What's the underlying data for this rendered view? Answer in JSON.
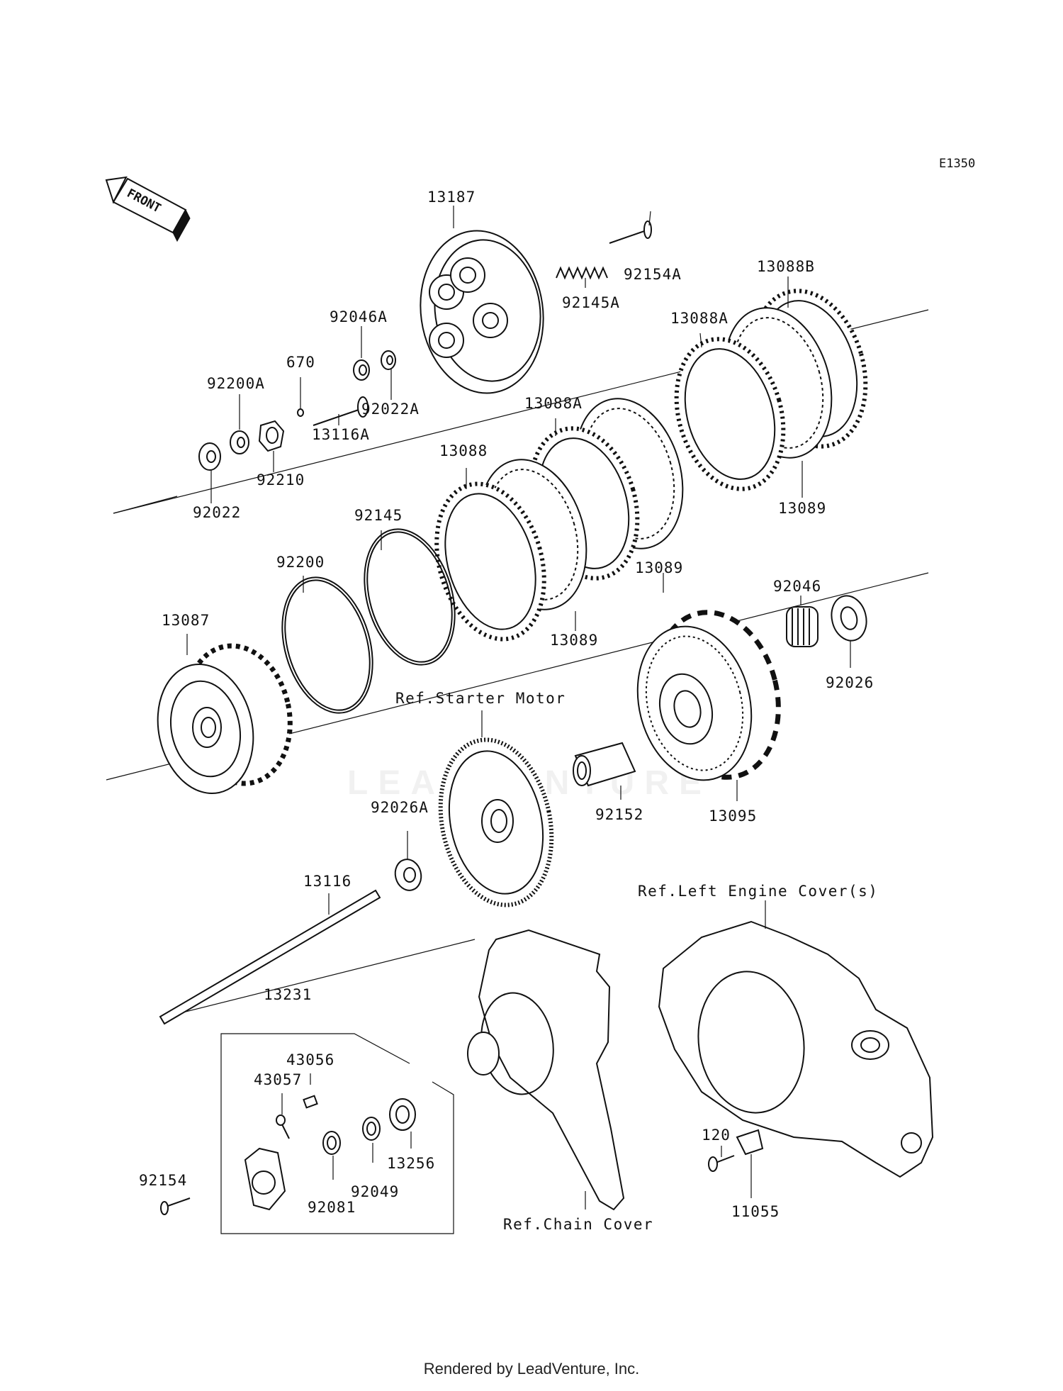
{
  "diagram_code": "E1350",
  "front_label": "FRONT",
  "watermark": "LEADVENTURE",
  "footer": "Rendered by LeadVenture, Inc.",
  "references": {
    "starter_motor": "Ref.Starter Motor",
    "left_engine_cover": "Ref.Left Engine Cover(s)",
    "chain_cover": "Ref.Chain Cover"
  },
  "parts": {
    "p13187": "13187",
    "p92154A": "92154A",
    "p92145A": "92145A",
    "p13088B": "13088B",
    "p13088A_top": "13088A",
    "p92046A": "92046A",
    "p670": "670",
    "p92200A": "92200A",
    "p92022A": "92022A",
    "p13116A": "13116A",
    "p92210": "92210",
    "p92022": "92022",
    "p13088A_mid": "13088A",
    "p13088": "13088",
    "p13089_right": "13089",
    "p92145": "92145",
    "p92200": "92200",
    "p13089_mid": "13089",
    "p13089_low": "13089",
    "p92046": "92046",
    "p13087": "13087",
    "p92026": "92026",
    "p92026A": "92026A",
    "p92152": "92152",
    "p13095": "13095",
    "p13116": "13116",
    "p13231": "13231",
    "p43056": "43056",
    "p43057": "43057",
    "p13256": "13256",
    "p92154": "92154",
    "p92049": "92049",
    "p92081": "92081",
    "p120": "120",
    "p11055": "11055"
  }
}
